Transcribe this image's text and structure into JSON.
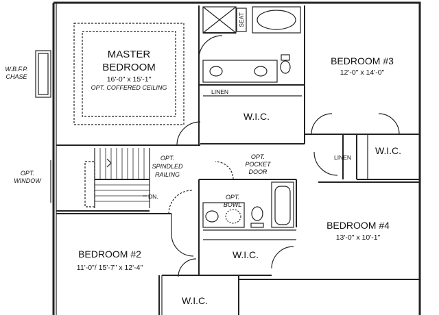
{
  "rooms": {
    "master": {
      "name1": "MASTER",
      "name2": "BEDROOM",
      "dims": "16'-0\" x 15'-1\"",
      "note": "OPT. COFFERED CEILING"
    },
    "bed3": {
      "name": "BEDROOM #3",
      "dims": "12'-0\" x 14'-0\""
    },
    "bed4": {
      "name": "BEDROOM #4",
      "dims": "13'-0\" x 10'-1\""
    },
    "bed2": {
      "name": "BEDROOM #2",
      "dims": "11'-0\"/ 15'-7\" x 12'-4\""
    },
    "wic_master": "W.I.C.",
    "wic_bed3": "W.I.C.",
    "wic_hall_bath": "W.I.C.",
    "wic_bed2": "W.I.C."
  },
  "labels": {
    "seat": "SEAT",
    "linen_master": "LINEN",
    "linen_hall": "LINEN",
    "chase1": "W.B.F.P.",
    "chase2": "CHASE",
    "window1": "OPT.",
    "window2": "WINDOW",
    "railing1": "OPT.",
    "railing2": "SPINDLED",
    "railing3": "RAILING",
    "pocket1": "OPT.",
    "pocket2": "POCKET",
    "pocket3": "DOOR",
    "bowl1": "OPT.",
    "bowl2": "BOWL",
    "stair_down": "DN."
  }
}
